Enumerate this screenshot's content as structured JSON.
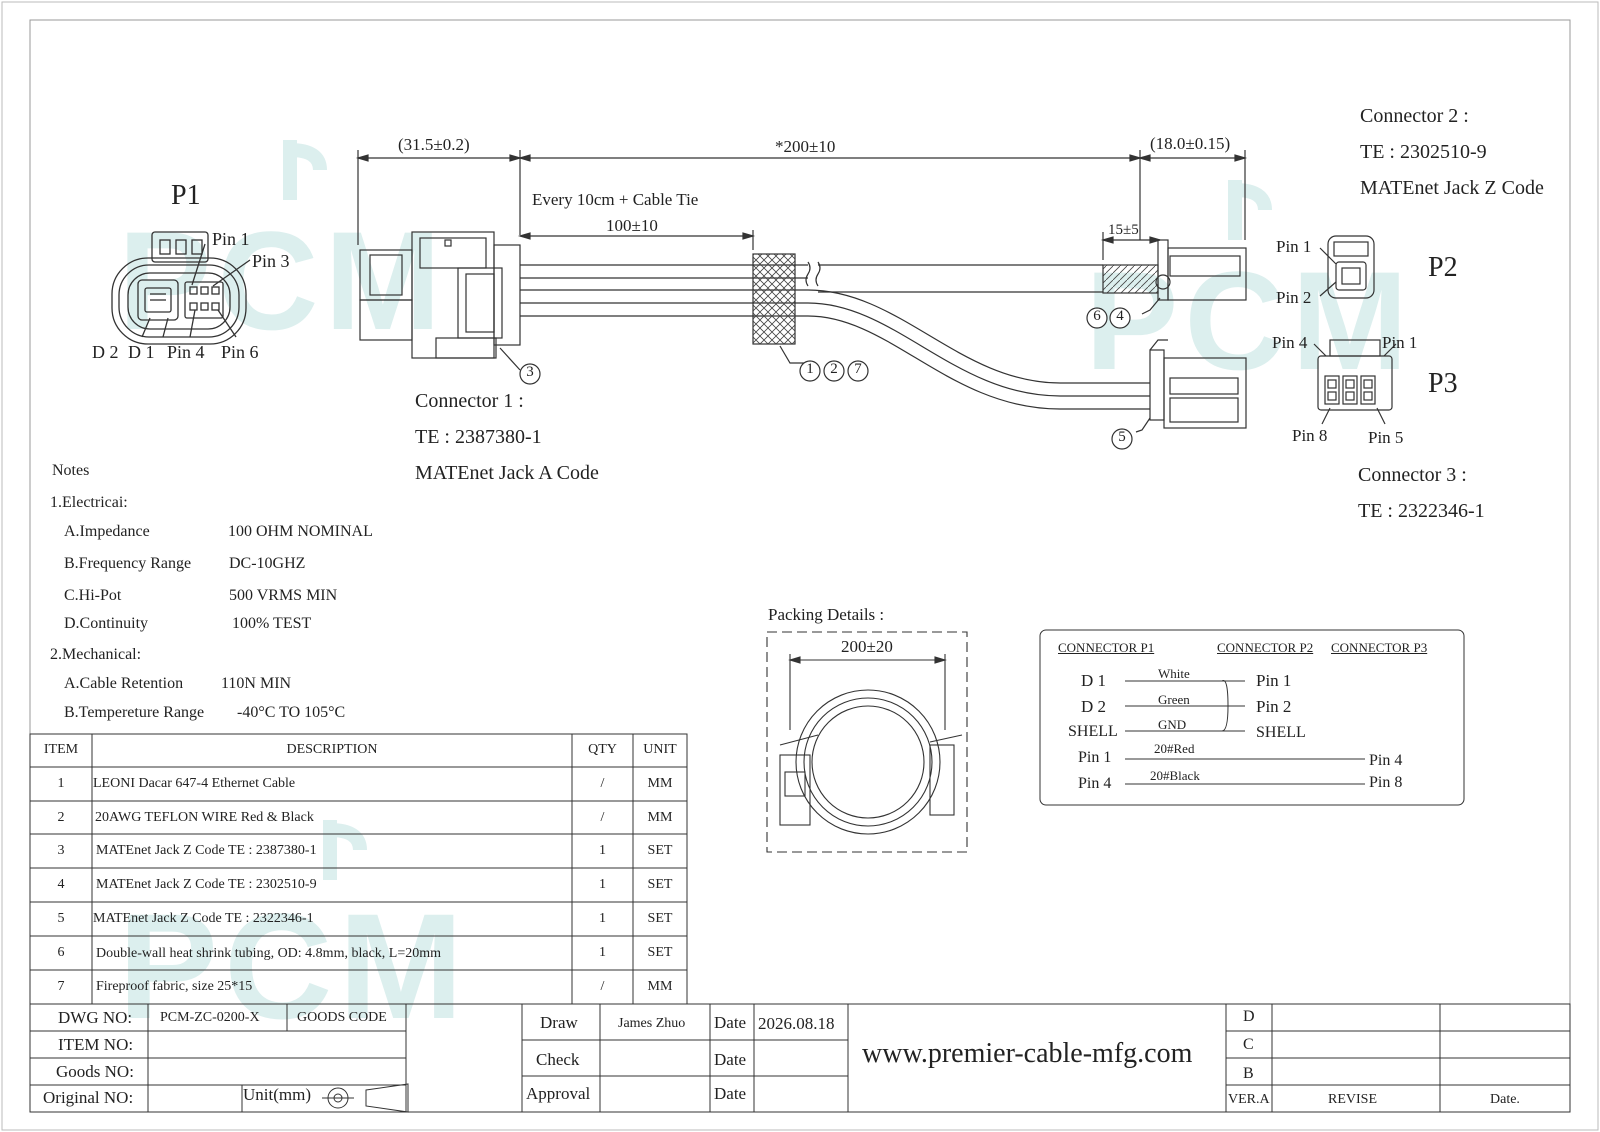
{
  "watermark": "PCM",
  "labels": {
    "p1": "P1",
    "p2": "P2",
    "p3": "P3",
    "p1_pin1": "Pin 1",
    "p1_pin3": "Pin 3",
    "p1_d2": "D 2",
    "p1_d1": "D 1",
    "p1_pin4": "Pin 4",
    "p1_pin6": "Pin 6",
    "p2_pin1": "Pin 1",
    "p2_pin2": "Pin 2",
    "p3_pin4": "Pin 4",
    "p3_pin1": "Pin 1",
    "p3_pin8": "Pin 8",
    "p3_pin5": "Pin 5"
  },
  "dimensions": {
    "left": "(31.5±0.2)",
    "main": "*200±10",
    "right": "(18.0±0.15)",
    "tie_note": "Every 10cm + Cable Tie",
    "tie_dim": "100±10",
    "heat": "15±5"
  },
  "balloons": {
    "b3": "3",
    "b127": [
      "1",
      "2",
      "7"
    ],
    "b64": [
      "6",
      "4"
    ],
    "b5": "5"
  },
  "connectors": {
    "c1": [
      "Connector 1 :",
      "TE : 2387380-1",
      "MATEnet Jack A Code"
    ],
    "c2": [
      "Connector 2 :",
      "TE : 2302510-9",
      "MATEnet Jack Z Code"
    ],
    "c3": [
      "Connector 3 :",
      "TE : 2322346-1"
    ]
  },
  "notes": {
    "title": "Notes",
    "electrical": "1.Electricai:",
    "impedance": [
      "A.Impedance",
      "100 OHM NOMINAL"
    ],
    "frequency": [
      "B.Frequency Range",
      "DC-10GHZ"
    ],
    "hipot": [
      "C.Hi-Pot",
      "500 VRMS MIN"
    ],
    "continuity": [
      "D.Continuity",
      "100% TEST"
    ],
    "mechanical": "2.Mechanical:",
    "retention": [
      "A.Cable Retention",
      "110N MIN"
    ],
    "temperature": [
      "B.Tempereture Range",
      "-40°C TO 105°C"
    ]
  },
  "packing": {
    "title": "Packing Details :",
    "dim": "200±20"
  },
  "wiring": {
    "headers": [
      "CONNECTOR P1",
      "CONNECTOR P2",
      "CONNECTOR P3"
    ],
    "rows": [
      {
        "from": "D 1",
        "wire": "White",
        "to": "Pin 1"
      },
      {
        "from": "D 2",
        "wire": "Green",
        "to": "Pin 2"
      },
      {
        "from": "SHELL",
        "wire": "GND",
        "to": "SHELL"
      },
      {
        "from": "Pin 1",
        "wire": "20#Red",
        "to": "Pin 4"
      },
      {
        "from": "Pin 4",
        "wire": "20#Black",
        "to": "Pin 8"
      }
    ]
  },
  "bom": {
    "headers": [
      "ITEM",
      "DESCRIPTION",
      "QTY",
      "UNIT"
    ],
    "rows": [
      [
        "1",
        "LEONI Dacar 647-4 Ethernet Cable",
        "/",
        "MM"
      ],
      [
        "2",
        "20AWG TEFLON WIRE Red & Black",
        "/",
        "MM"
      ],
      [
        "3",
        "MATEnet Jack Z Code TE : 2387380-1",
        "1",
        "SET"
      ],
      [
        "4",
        "MATEnet Jack Z Code TE : 2302510-9",
        "1",
        "SET"
      ],
      [
        "5",
        "MATEnet Jack Z Code TE : 2322346-1",
        "1",
        "SET"
      ],
      [
        "6",
        "Double-wall heat shrink tubing, OD: 4.8mm, black, L=20mm",
        "1",
        "SET"
      ],
      [
        "7",
        "Fireproof fabric, size 25*15",
        "/",
        "MM"
      ]
    ]
  },
  "title_block": {
    "dwg_label": "DWG NO:",
    "dwg_value": "PCM-ZC-0200-X",
    "goods_code": "GOODS CODE",
    "item_label": "ITEM NO:",
    "goods_label": "Goods NO:",
    "original_label": "Original NO:",
    "unit": "Unit(mm)",
    "draw": "Draw",
    "drawer": "James Zhuo",
    "date_label": "Date",
    "date_value": "2026.08.18",
    "check": "Check",
    "approval": "Approval",
    "website": "www.premier-cable-mfg.com",
    "rev_d": "D",
    "rev_c": "C",
    "rev_b": "B",
    "ver": "VER.A",
    "revise": "REVISE",
    "date2": "Date."
  }
}
